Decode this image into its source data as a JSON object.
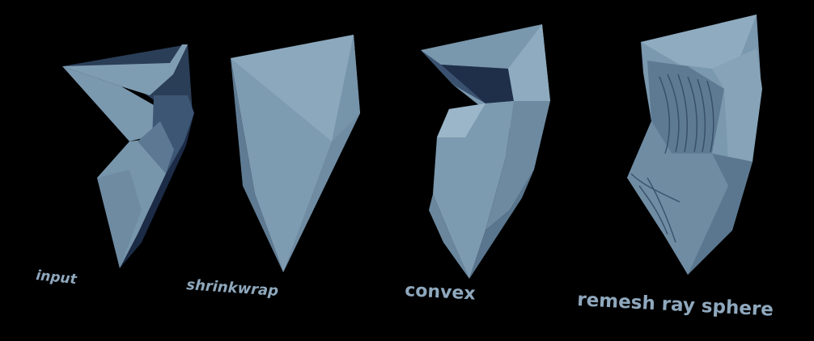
{
  "colors": {
    "background": "#000000",
    "caption": "#8fa8bd",
    "mesh_light": "#7f9db2",
    "mesh_mid": "#5d7890",
    "mesh_dark": "#2b3e57",
    "mesh_shadow": "#1a2840"
  },
  "captions": {
    "input": "input",
    "shrinkwrap": "shrinkwrap",
    "convex": "convex",
    "remesh": "remesh ray sphere"
  }
}
